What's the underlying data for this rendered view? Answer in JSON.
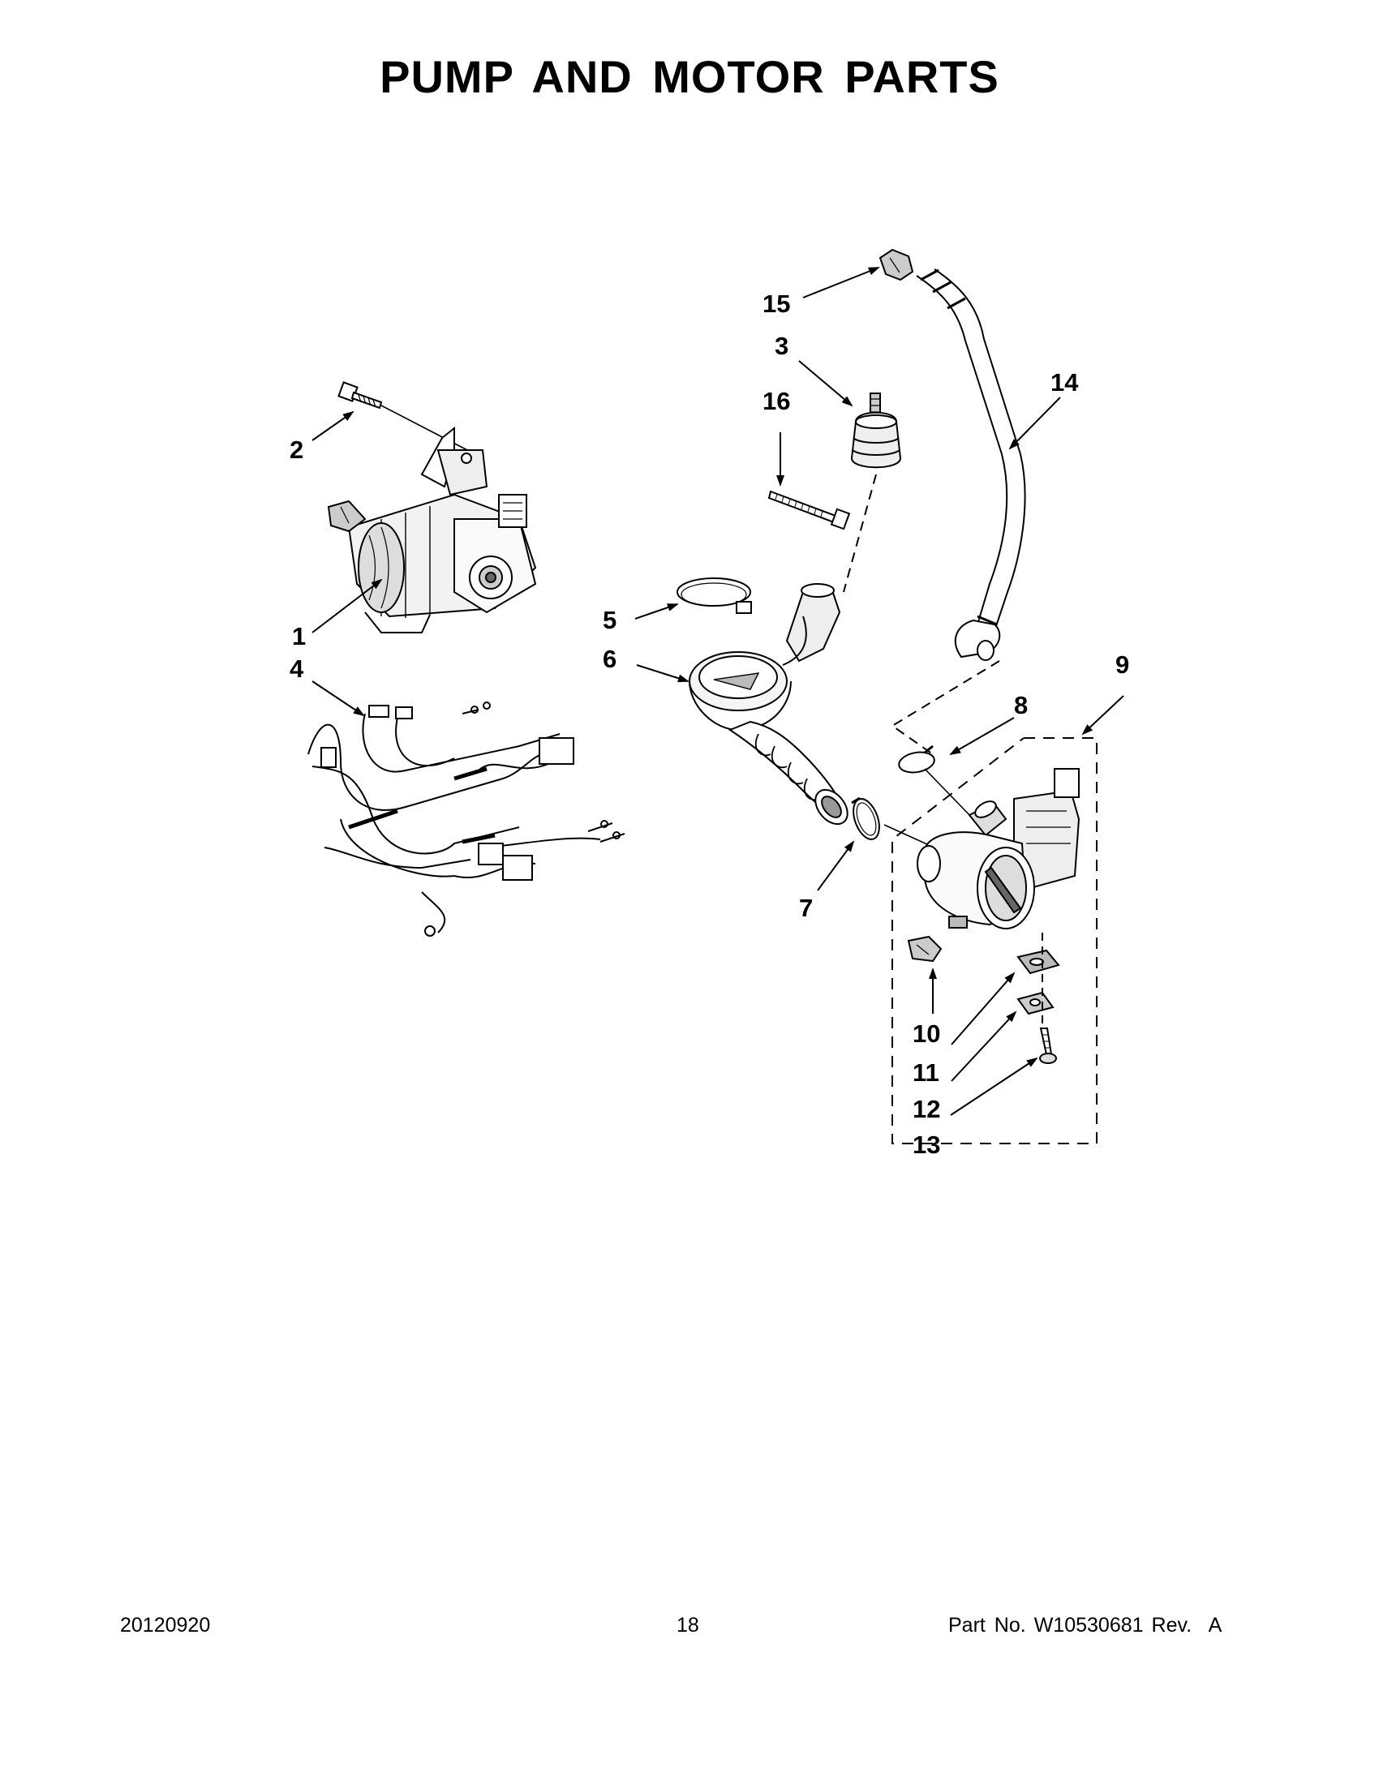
{
  "page": {
    "title": "PUMP AND MOTOR PARTS"
  },
  "callouts": {
    "c1": "1",
    "c2": "2",
    "c3": "3",
    "c4": "4",
    "c5": "5",
    "c6": "6",
    "c7": "7",
    "c8": "8",
    "c9": "9",
    "c10": "10",
    "c11": "11",
    "c12": "12",
    "c13": "13",
    "c14": "14",
    "c15": "15",
    "c16": "16"
  },
  "footer": {
    "date": "20120920",
    "page_number": "18",
    "part_label": "Part No.",
    "part_number": "W10530681",
    "revision": "Rev.  A"
  },
  "colors": {
    "ink": "#000000",
    "shade": "#9a9a9a",
    "paper": "#ffffff"
  }
}
